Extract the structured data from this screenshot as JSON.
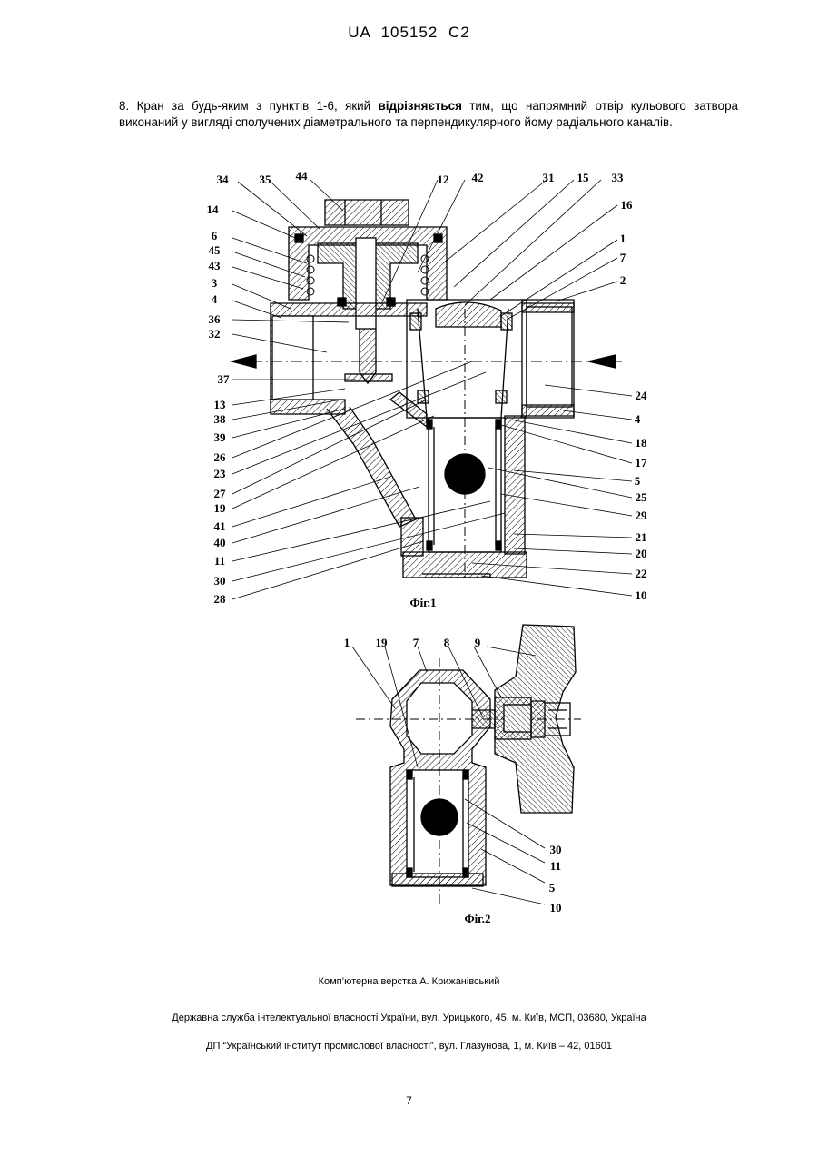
{
  "header": {
    "text": "UA   105152   C2"
  },
  "claim": {
    "text_before": "8. Кран за будь-яким з пунктів 1-6, який ",
    "bold": "відрізняється",
    "text_after": " тим, що напрямний отвір кульового затвора виконаний у вигляді сполучених діаметрального та перпендикулярного йому радіального каналів."
  },
  "figure1": {
    "caption": "Фіг.1",
    "labels_left": [
      "34",
      "14",
      "6",
      "45",
      "43",
      "3",
      "4",
      "36",
      "32",
      "37",
      "13",
      "38",
      "39",
      "26",
      "23",
      "27",
      "19",
      "41",
      "40",
      "11",
      "30",
      "28"
    ],
    "labels_top": [
      "35",
      "44",
      "12",
      "42",
      "31",
      "15",
      "33"
    ],
    "labels_right": [
      "16",
      "1",
      "7",
      "2",
      "24",
      "4",
      "18",
      "17",
      "5",
      "25",
      "29",
      "21",
      "20",
      "22",
      "10"
    ]
  },
  "figure2": {
    "caption": "Фіг.2",
    "labels_top": [
      "1",
      "19",
      "7",
      "8",
      "9"
    ],
    "labels_right": [
      "30",
      "11",
      "5",
      "10"
    ]
  },
  "footer": {
    "line1": "Комп’ютерна верстка А. Крижанівський",
    "line2": "Державна служба інтелектуальної власності України, вул. Урицького, 45, м. Київ, МСП, 03680, Україна",
    "line3": "ДП “Український інститут промислової власності”, вул. Глазунова, 1, м. Київ – 42, 01601"
  },
  "page_number": "7"
}
